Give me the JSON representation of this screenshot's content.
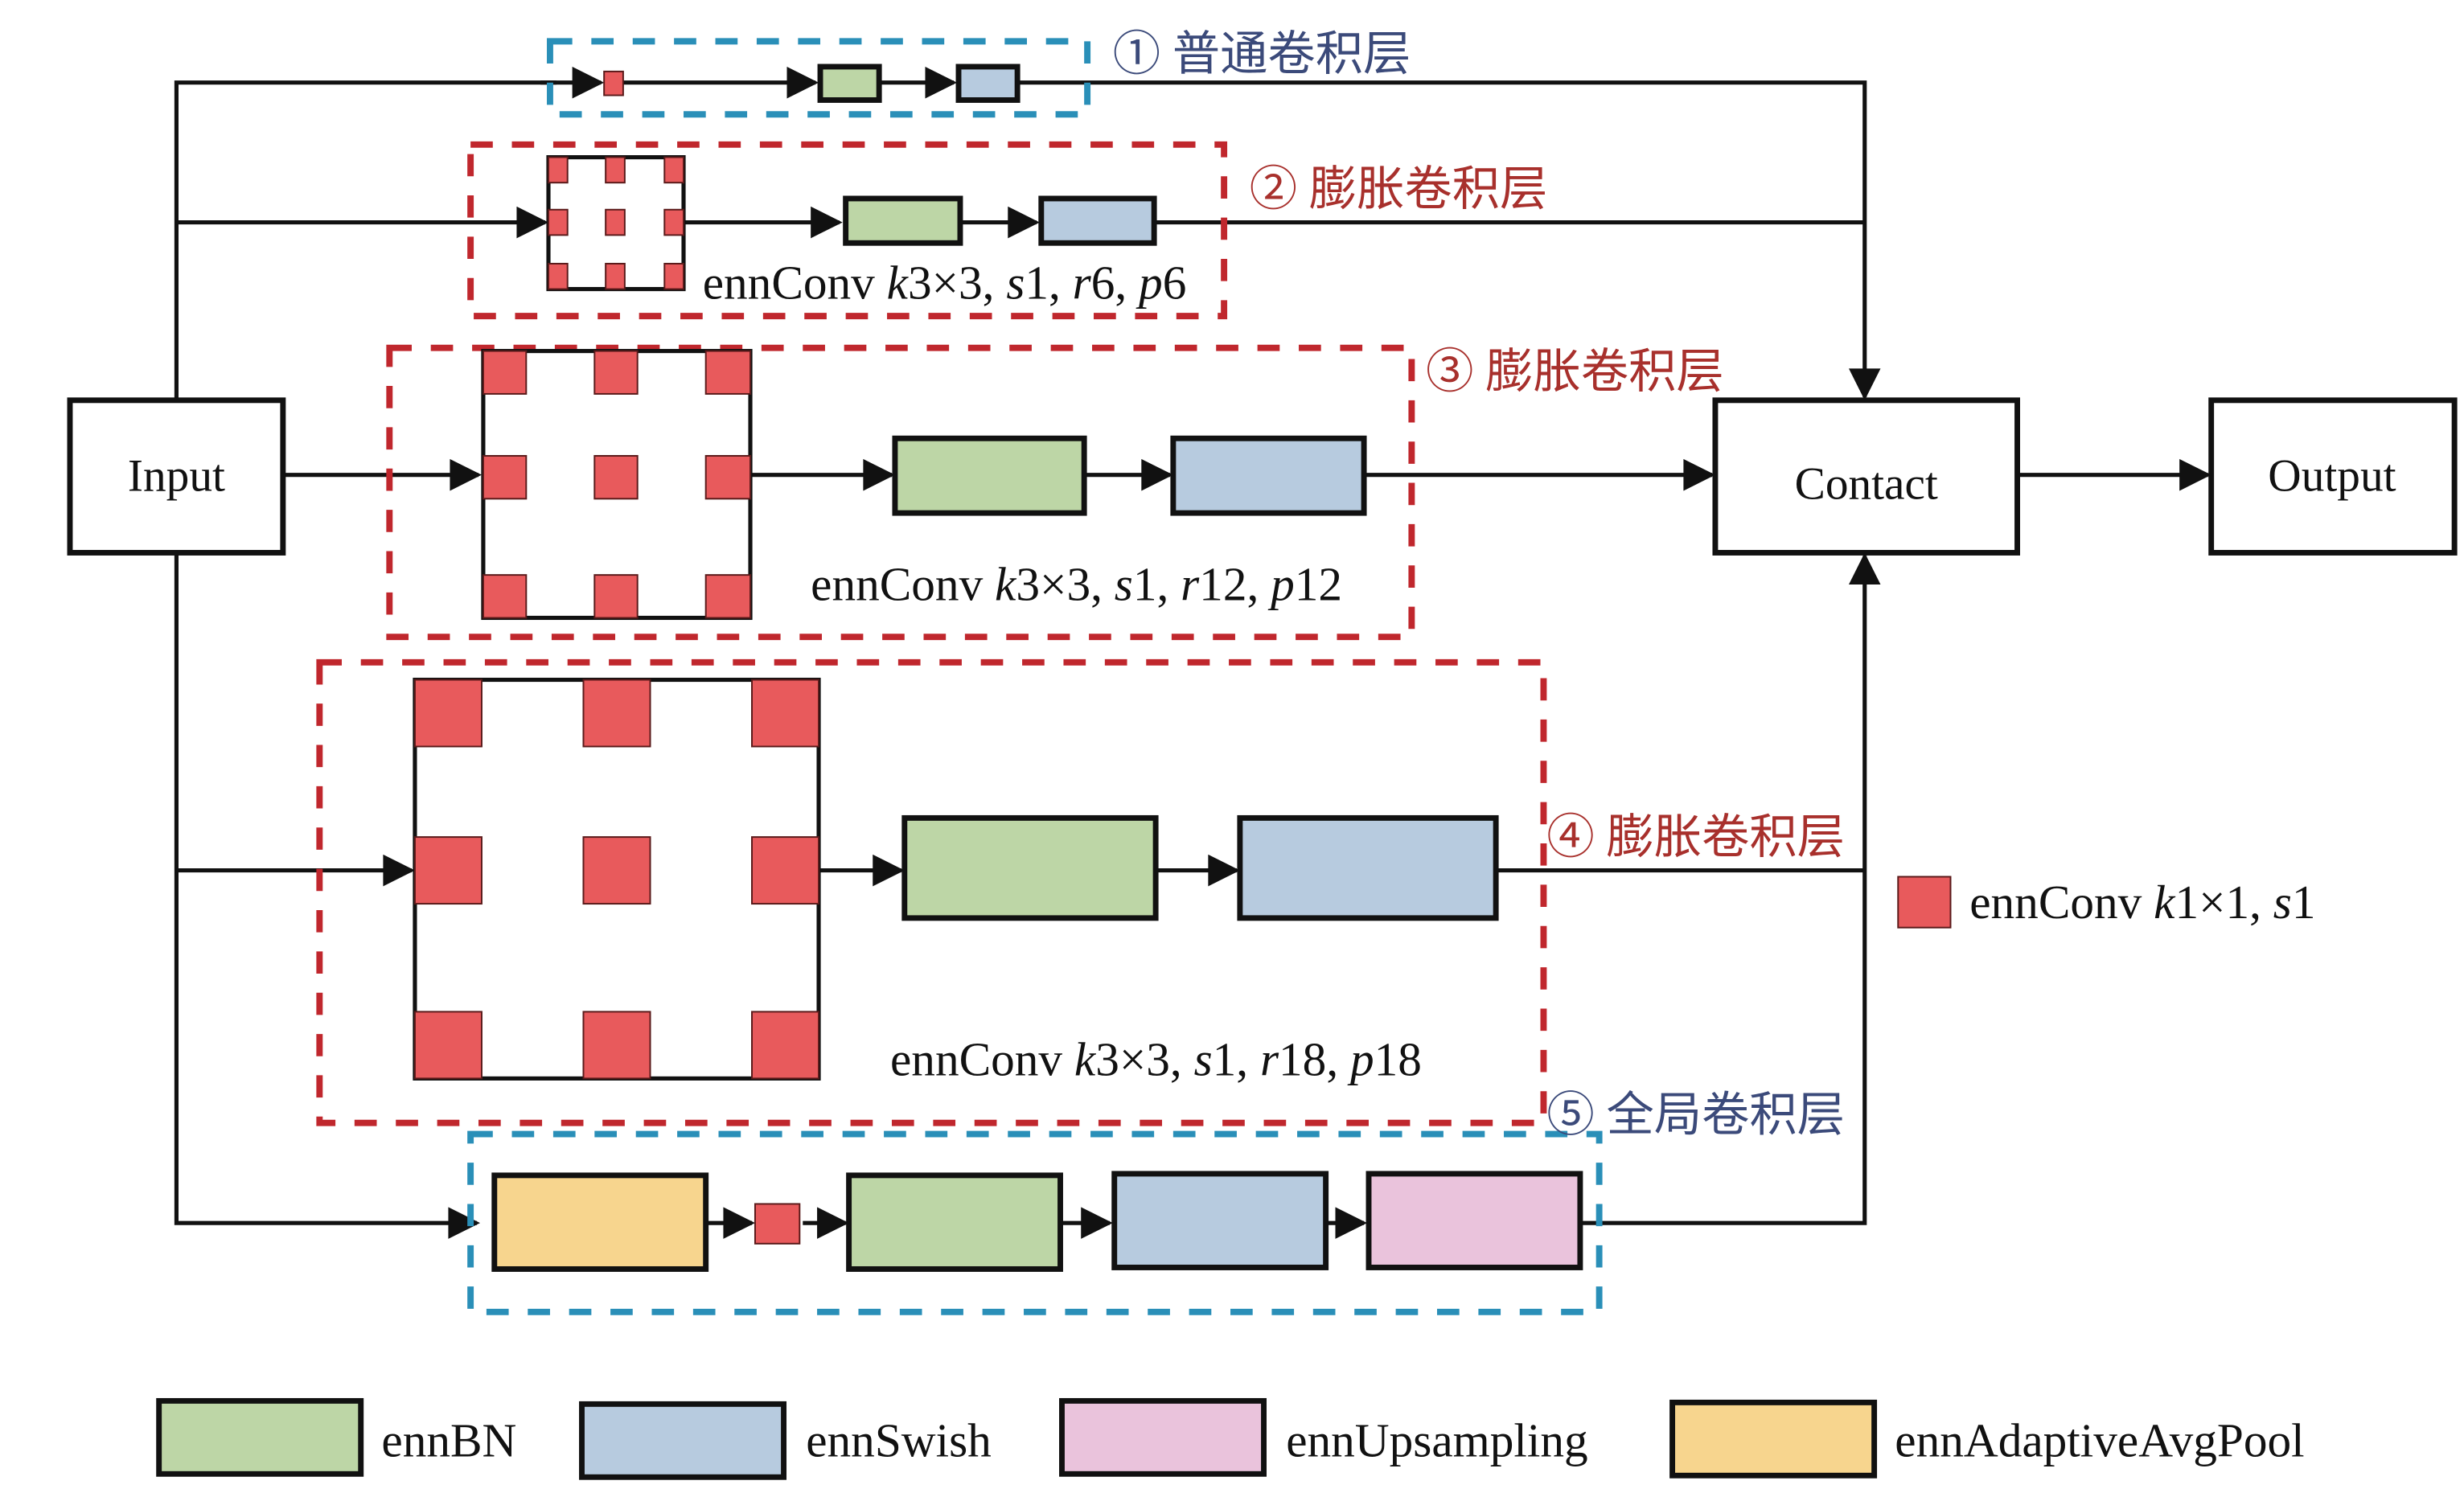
{
  "nodes": {
    "input": "Input",
    "contact": "Contact",
    "output": "Output"
  },
  "sections": [
    {
      "id": 1,
      "label": "① 普通卷积层",
      "style": "blue"
    },
    {
      "id": 2,
      "label": "② 膨胀卷积层",
      "style": "red",
      "conv_prefix": "ennConv ",
      "conv_params": "k3×3, s1, r6, p6"
    },
    {
      "id": 3,
      "label": "③ 膨胀卷积层",
      "style": "red",
      "conv_prefix": "ennConv ",
      "conv_params": "k3×3, s1, r12, p12"
    },
    {
      "id": 4,
      "label": "④ 膨胀卷积层",
      "style": "red",
      "conv_prefix": "ennConv ",
      "conv_params": "k3×3, s1, r18, p18"
    },
    {
      "id": 5,
      "label": "⑤ 全局卷积层",
      "style": "blue"
    }
  ],
  "conv_text": {
    "s2": {
      "a": "ennConv ",
      "k": "k",
      "b": "3×3, ",
      "s": "s",
      "c": "1, ",
      "r": "r",
      "d": "6, ",
      "p": "p",
      "e": "6"
    },
    "s3": {
      "a": "ennConv ",
      "k": "k",
      "b": "3×3, ",
      "s": "s",
      "c": "1, ",
      "r": "r",
      "d": "12, ",
      "p": "p",
      "e": "12"
    },
    "s4": {
      "a": "ennConv ",
      "k": "k",
      "b": "3×3, ",
      "s": "s",
      "c": "1, ",
      "r": "r",
      "d": "18, ",
      "p": "p",
      "e": "18"
    }
  },
  "side_legend": {
    "a": "ennConv ",
    "k": "k",
    "b": "1×1, ",
    "s": "s",
    "c": "1"
  },
  "legend": [
    {
      "label": "ennBN",
      "color": "#bdd6a6"
    },
    {
      "label": "ennSwish",
      "color": "#b7cbdf"
    },
    {
      "label": "ennUpsampling",
      "color": "#eac3dc"
    },
    {
      "label": "ennAdaptiveAvgPool",
      "color": "#f7d58e"
    }
  ],
  "colors": {
    "bn": "#bdd6a6",
    "swish": "#b7cbdf",
    "upsampling": "#eac3dc",
    "avgpool": "#f7d58e",
    "conv1x1": "#e85a5c",
    "dilated_frame": "#c0272d",
    "plain_frame": "#2a8fb8"
  }
}
